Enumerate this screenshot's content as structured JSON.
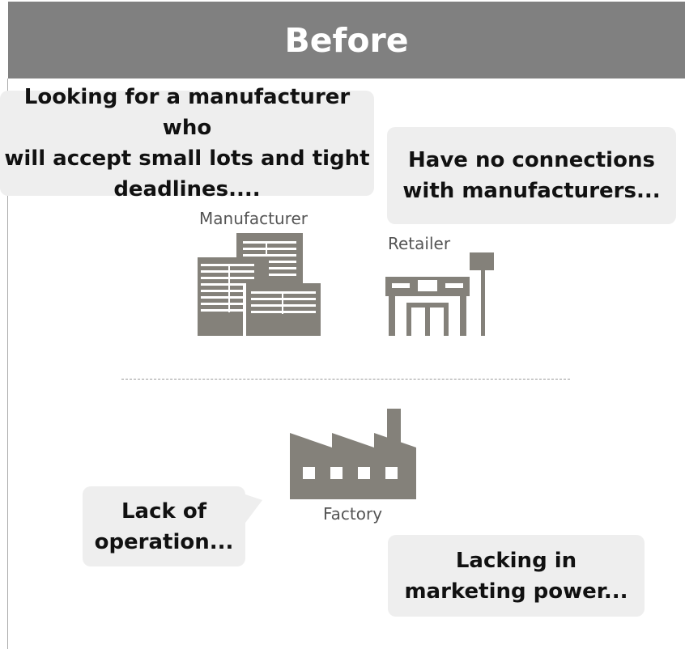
{
  "header": {
    "title": "Before"
  },
  "bubbles": {
    "manufacturer_need": "Looking for a manufacturer who\nwill accept small lots and tight\ndeadlines....",
    "retailer_need": "Have no connections\nwith manufacturers...",
    "factory_idle": "Lack of\noperation...",
    "factory_marketing": "Lacking in\nmarketing power..."
  },
  "labels": {
    "manufacturer": "Manufacturer",
    "retailer": "Retailer",
    "factory": "Factory"
  },
  "icons": {
    "manufacturer": "office-buildings-icon",
    "retailer": "storefront-icon",
    "factory": "factory-icon"
  },
  "colors": {
    "header_bg": "#808080",
    "icon": "#84817a",
    "bubble_bg": "#eeeeee"
  }
}
